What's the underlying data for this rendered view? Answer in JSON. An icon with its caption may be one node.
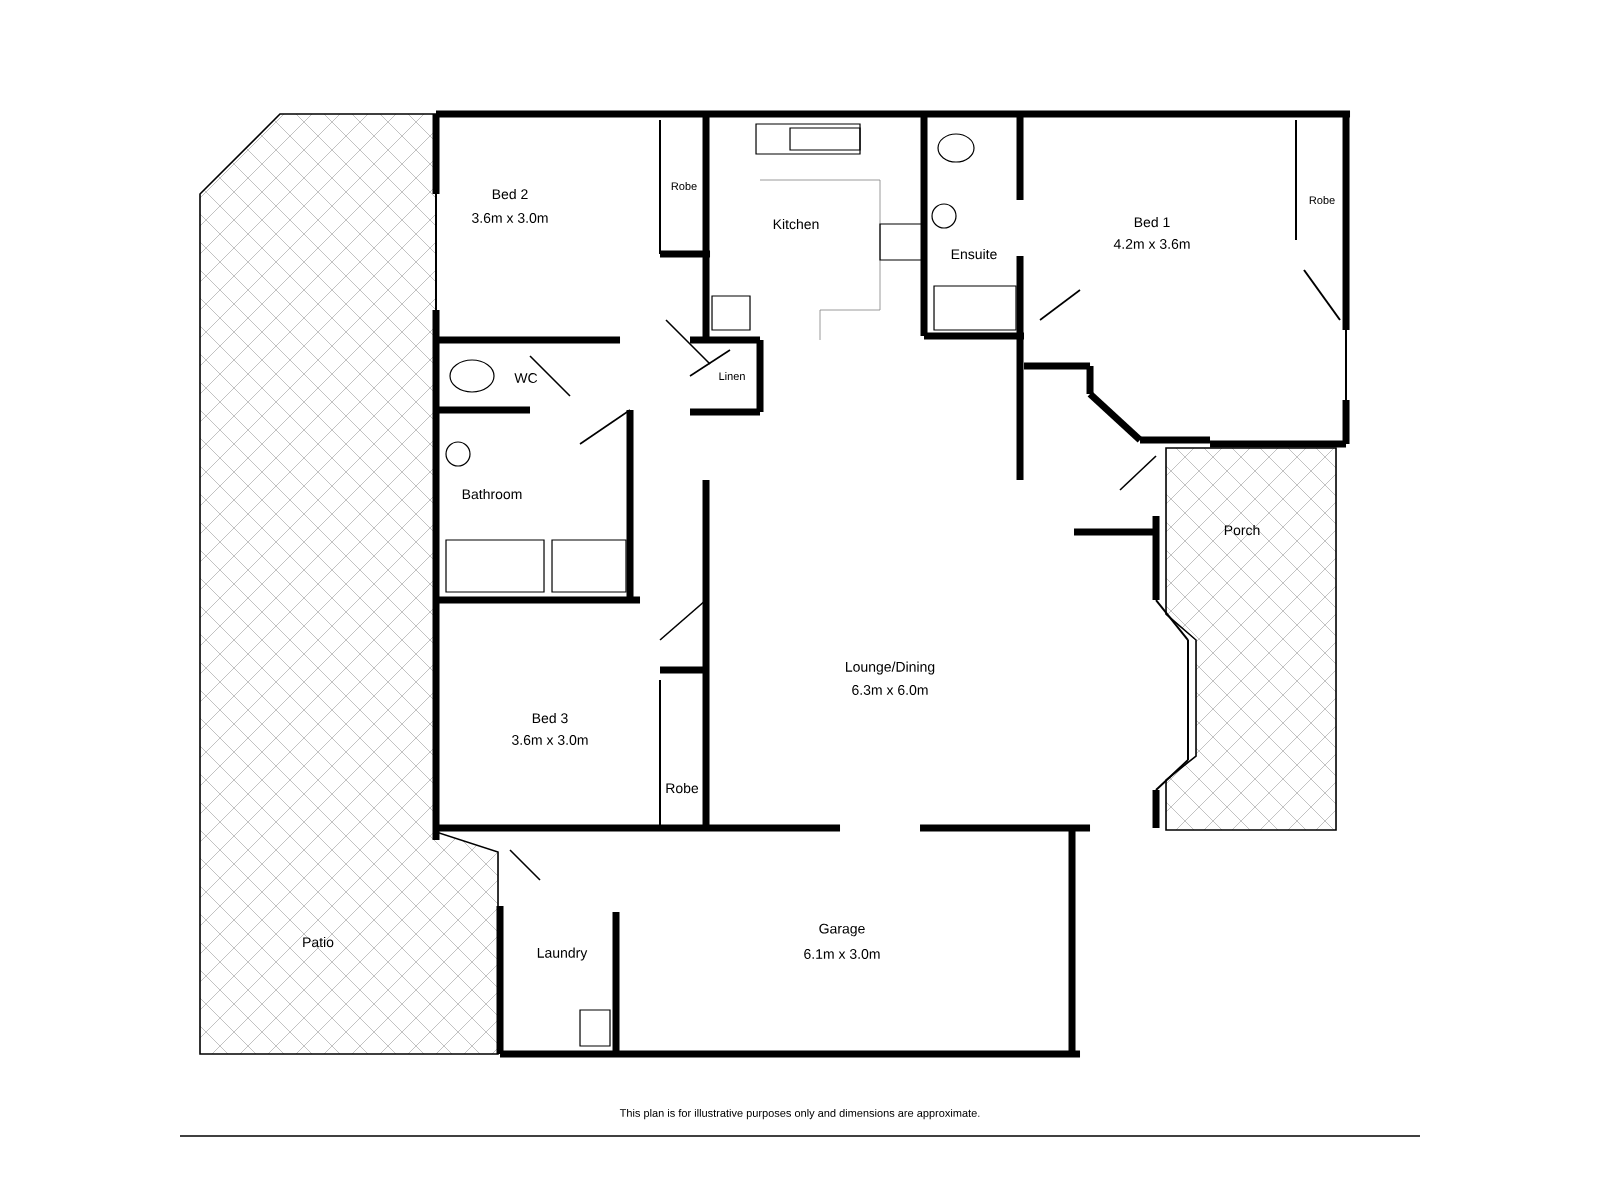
{
  "diagram": {
    "caption": "This plan is for illustrative purposes only and dimensions are approximate.",
    "labels": [
      "Bed 2",
      "3.6m x 3.0m",
      "Robe",
      "Kitchen",
      "Ensuite",
      "Bed 1",
      "4.2m x 3.6m",
      "Robe",
      "WC",
      "Linen",
      "Bathroom",
      "Porch",
      "Lounge/Dining",
      "6.3m x 6.0m",
      "Bed 3",
      "3.6m x 3.0m",
      "Robe",
      "Patio",
      "Laundry",
      "Garage",
      "6.1m x 3.0m"
    ]
  }
}
